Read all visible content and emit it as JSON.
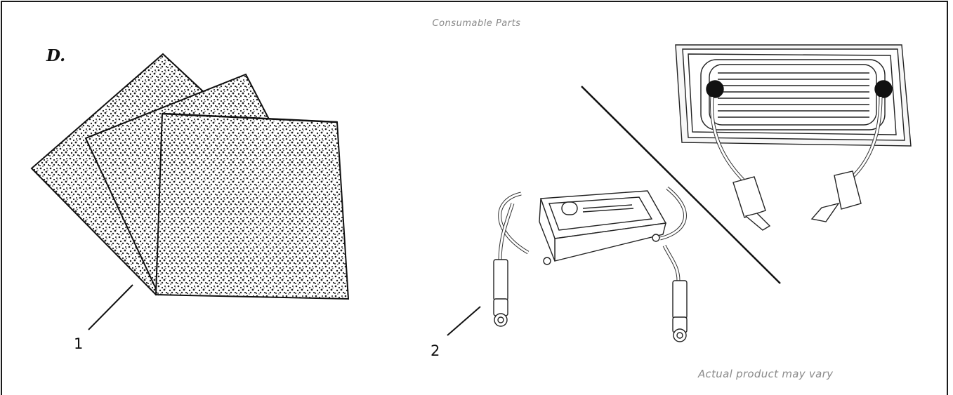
{
  "header": {
    "title": "Consumable Parts"
  },
  "panel": {
    "letter": "D."
  },
  "callouts": [
    {
      "label": "1"
    },
    {
      "label": "2"
    }
  ],
  "footer": {
    "note": "Actual product may vary"
  },
  "colors": {
    "border": "#1a1a1a",
    "caption": "#8a8a8a",
    "ink": "#111111"
  },
  "icons": [
    "foam-pads-illustration",
    "electrode-with-leads-illustration",
    "electrode-in-package-illustration",
    "divider-line"
  ]
}
